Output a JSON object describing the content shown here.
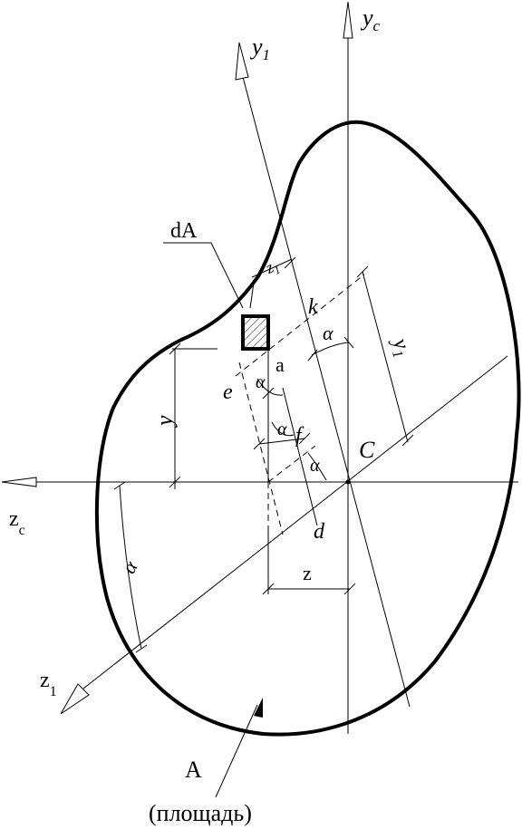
{
  "axes": {
    "yc": {
      "letter": "y",
      "sub": "c"
    },
    "zc": {
      "letter": "z",
      "sub": "c"
    },
    "y1": {
      "letter": "y",
      "sub": "1"
    },
    "z1": {
      "letter": "z",
      "sub": "1"
    }
  },
  "labels": {
    "dA": "dA",
    "A": "A",
    "area": "(площадь)",
    "C": "C",
    "a": "a",
    "e": "e",
    "f": "f",
    "k": "k",
    "d": "d",
    "y": "y",
    "z": "z",
    "z1_dim": {
      "letter": "z",
      "sub": "1"
    },
    "y1_dim": {
      "letter": "y",
      "sub": "1"
    },
    "alpha": "α"
  }
}
